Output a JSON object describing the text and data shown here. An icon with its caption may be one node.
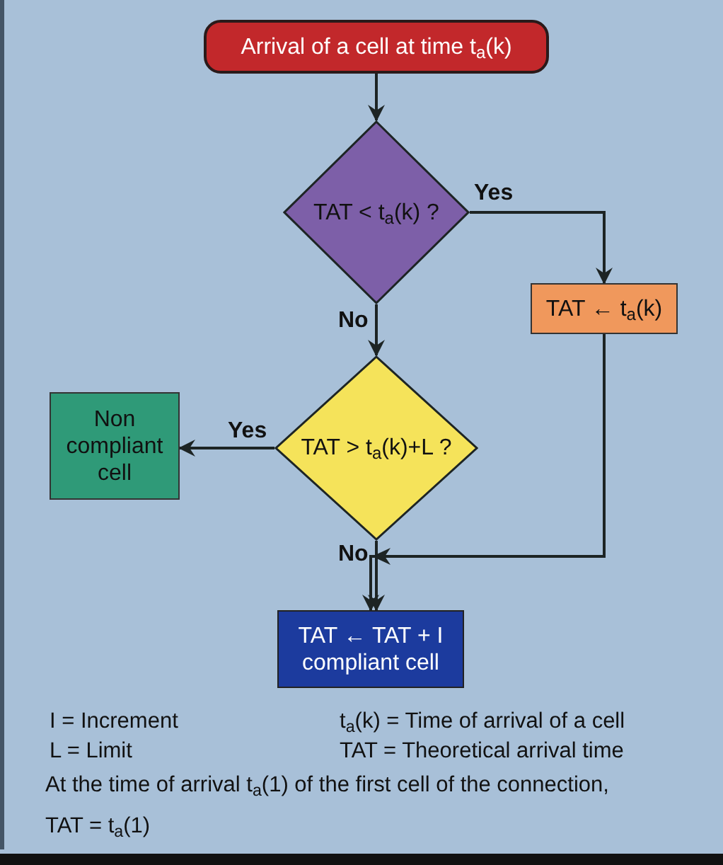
{
  "diagram": {
    "nodes": [
      {
        "text": [
          "Arrival of a cell at time t$_{a}$(k)"
        ]
      },
      {
        "text": [
          "TAT < t$_{a}$(k) ?"
        ]
      },
      {
        "text": [
          "TAT ← t$_{a}$(k)"
        ]
      },
      {
        "text": [
          "TAT > t$_{a}$(k)+L ?"
        ]
      },
      {
        "text": [
          "Non compliant cell"
        ]
      },
      {
        "text": [
          "TAT ← TAT + I",
          "compliant cell"
        ]
      }
    ],
    "edges": [
      {
        "from": 0,
        "to": 1,
        "arrow": "to"
      },
      {
        "from": 1,
        "to": 2,
        "arrow": "to",
        "label": "Yes"
      },
      {
        "from": 1,
        "to": 3,
        "arrow": "to",
        "label": "No"
      },
      {
        "from": 3,
        "to": 4,
        "arrow": "to",
        "label": "Yes"
      },
      {
        "from": 3,
        "to": 5,
        "arrow": "to",
        "label": "No"
      },
      {
        "from": 2,
        "to": 5,
        "arrow": "to"
      }
    ],
    "labels": [
      "I = Increment",
      "L = Limit",
      "t$_{a}$(k) = Time of arrival of a cell",
      "TAT = Theoretical arrival time",
      "At the time of arrival t$_{a}$(1) of the first cell of the connection, TAT = t$_{a}$(1)"
    ]
  }
}
